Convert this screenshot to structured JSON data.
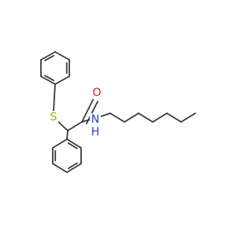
{
  "diagram": {
    "type": "chemical-structure",
    "atoms": [
      {
        "id": "S",
        "label": "S",
        "color": "#b5a600"
      },
      {
        "id": "O",
        "label": "O",
        "color": "#e0201b"
      },
      {
        "id": "N",
        "label": "N",
        "color": "#2b3fd6"
      },
      {
        "id": "H",
        "label": "H",
        "color": "#2b3fd6"
      }
    ],
    "colors": {
      "bond": "#3a3a3a",
      "background": "#ffffff"
    }
  }
}
